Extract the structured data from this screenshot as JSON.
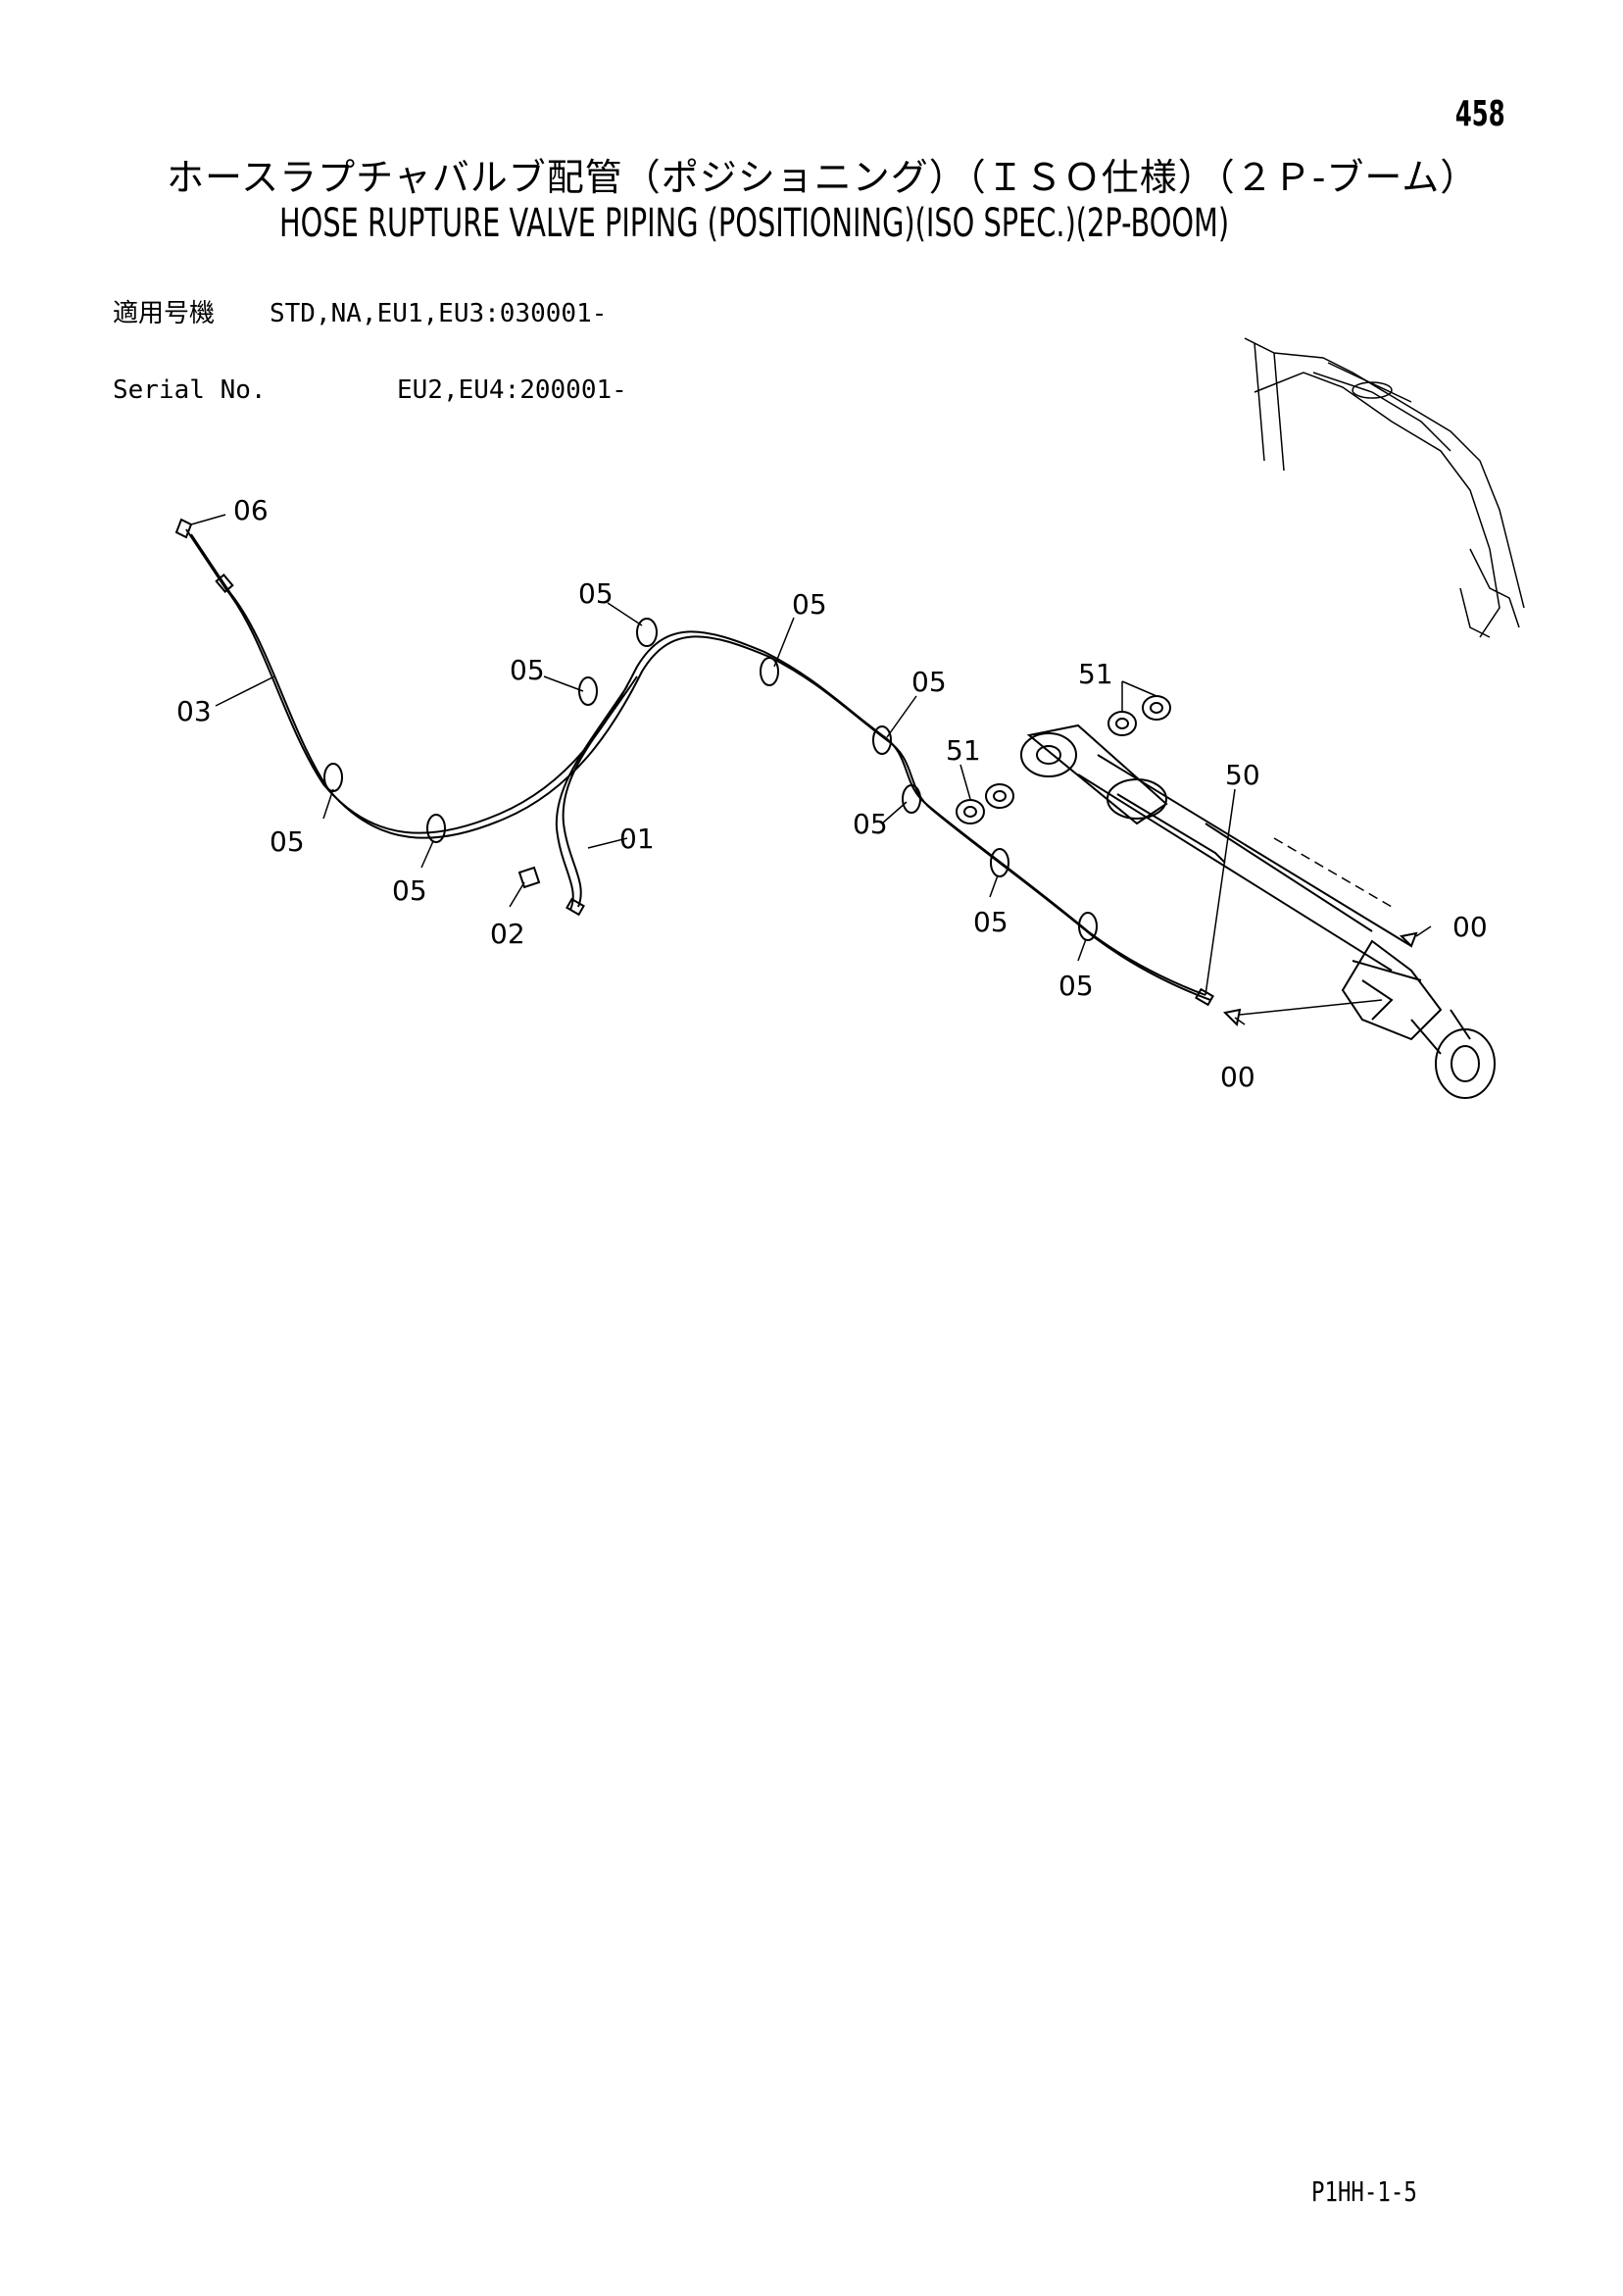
{
  "page": {
    "number": "458",
    "code": "P1HH-1-5"
  },
  "title": {
    "japanese": "ホースラプチャバルブ配管（ポジショニング）（ＩＳＯ仕様）（２Ｐ-ブーム）",
    "english": "HOSE RUPTURE VALVE PIPING (POSITIONING)(ISO SPEC.)(2P-BOOM)"
  },
  "serial": {
    "label_jp": "適用号機",
    "label_en": "Serial No.",
    "line1": "STD,NA,EU1,EU3:030001-",
    "line2": "EU2,EU4:200001-"
  },
  "callouts": [
    "06",
    "03",
    "05",
    "05",
    "05",
    "05",
    "05",
    "05",
    "05",
    "05",
    "05",
    "01",
    "02",
    "51",
    "51",
    "50",
    "00",
    "00"
  ]
}
